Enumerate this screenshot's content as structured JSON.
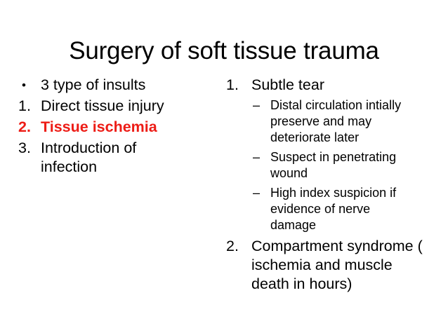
{
  "slide": {
    "title": "Surgery of soft tissue trauma",
    "background_color": "#FFFFFF",
    "text_color": "#000000",
    "accent_color": "#ED1C16"
  },
  "left_column": {
    "heading_bullet": {
      "marker": "•",
      "text": "3 type of insults"
    },
    "items": [
      {
        "marker": "1.",
        "text": "Direct tissue injury",
        "emphasis": "none"
      },
      {
        "marker": "2.",
        "text": "Tissue ischemia",
        "emphasis": "bold-red"
      },
      {
        "marker": "3.",
        "text": "Introduction of\ninfection",
        "emphasis": "none"
      }
    ]
  },
  "right_column": {
    "items": [
      {
        "marker": "1.",
        "text": "Subtle tear",
        "subitems": [
          {
            "marker": "–",
            "text": "Distal circulation intially\npreserve and may\ndeteriorate later"
          },
          {
            "marker": "–",
            "text": "Suspect in penetrating\nwound"
          },
          {
            "marker": "–",
            "text": "High index suspicion if\nevidence of nerve\ndamage"
          }
        ]
      },
      {
        "marker": "2.",
        "text": "Compartment syndrome (\nischemia and muscle\ndeath in hours)",
        "subitems": []
      }
    ]
  }
}
